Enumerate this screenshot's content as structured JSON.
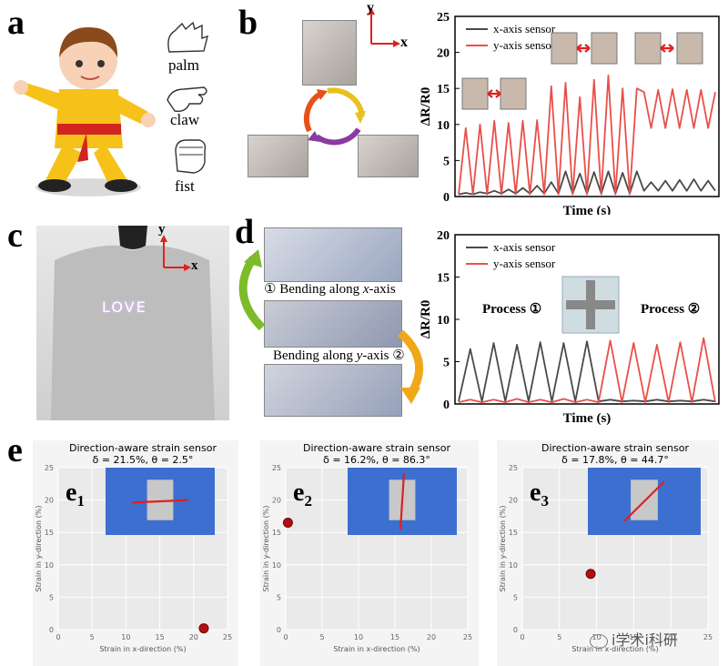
{
  "panels": {
    "a": {
      "label": "a",
      "gestures": [
        "palm",
        "claw",
        "fist"
      ]
    },
    "b": {
      "label": "b",
      "axis_x": "x",
      "axis_y": "y"
    },
    "c": {
      "label": "c",
      "axis_x": "x",
      "axis_y": "y",
      "shirt_text": "LOVE"
    },
    "d": {
      "label": "d",
      "step1_num": "①",
      "step1_text": "Bending along ",
      "step1_axis": "x",
      "step1_suffix": "-axis",
      "step2_text": "Bending along ",
      "step2_axis": "y",
      "step2_suffix": "-axis",
      "step2_num": "②",
      "process1": "Process ①",
      "process2": "Process ②"
    },
    "e": {
      "label": "e",
      "sub_labels": [
        "e",
        "e",
        "e"
      ],
      "sub_index": [
        "1",
        "2",
        "3"
      ]
    }
  },
  "chart_data": [
    {
      "id": "b",
      "type": "line",
      "xlabel": "Time (s)",
      "ylabel": "ΔR/R0",
      "ylim": [
        0,
        25
      ],
      "yticks": [
        "0",
        "5",
        "10",
        "15",
        "20",
        "25"
      ],
      "legend": "top-left",
      "series": [
        {
          "name": "x-axis sensor",
          "color": "#4a4a4a",
          "values": [
            0.3,
            0.5,
            0.3,
            0.6,
            0.4,
            0.8,
            0.4,
            1.0,
            0.4,
            1.2,
            0.4,
            1.5,
            0.4,
            2.0,
            0.4,
            3.5,
            0.4,
            3.2,
            0.4,
            3.4,
            0.4,
            3.5,
            0.4,
            3.3,
            0.4,
            3.5,
            0.8,
            2.0,
            0.8,
            2.2,
            0.8,
            2.3,
            0.8,
            2.4,
            0.8,
            2.2,
            0.8
          ]
        },
        {
          "name": "y-axis sensor",
          "color": "#e8504a",
          "values": [
            0.3,
            9.5,
            0.3,
            10.0,
            0.3,
            10.5,
            0.3,
            10.2,
            0.3,
            10.5,
            0.3,
            10.6,
            0.3,
            15.3,
            0.3,
            15.8,
            0.3,
            13.8,
            0.3,
            16.2,
            0.3,
            16.8,
            0.3,
            15.0,
            0.3,
            15.0,
            14.5,
            9.5,
            14.8,
            9.5,
            14.9,
            9.5,
            14.8,
            9.5,
            14.8,
            9.5,
            14.5
          ]
        }
      ]
    },
    {
      "id": "d",
      "type": "line",
      "xlabel": "Time (s)",
      "ylabel": "ΔR/R0",
      "ylim": [
        0,
        20
      ],
      "yticks": [
        "0",
        "5",
        "10",
        "15",
        "20"
      ],
      "legend": "top-left",
      "series": [
        {
          "name": "x-axis sensor",
          "color": "#4a4a4a",
          "values": [
            0.3,
            6.5,
            0.3,
            7.2,
            0.3,
            7.0,
            0.3,
            7.3,
            0.3,
            7.2,
            0.3,
            7.4,
            0.3,
            0.5,
            0.3,
            0.4,
            0.3,
            0.5,
            0.3,
            0.4,
            0.3,
            0.5,
            0.3
          ]
        },
        {
          "name": "y-axis sensor",
          "color": "#e8504a",
          "values": [
            0.2,
            0.5,
            0.2,
            0.5,
            0.2,
            0.6,
            0.2,
            0.5,
            0.2,
            0.6,
            0.2,
            0.5,
            0.2,
            7.5,
            0.2,
            7.2,
            0.2,
            7.0,
            0.2,
            7.3,
            0.2,
            7.8,
            0.2
          ]
        }
      ]
    },
    {
      "id": "e1",
      "type": "scatter",
      "title": "Direction-aware strain sensor",
      "subtitle": "δ = 21.5%, θ = 2.5°",
      "xlabel": "Strain in x-direction (%)",
      "ylabel": "Strain in y-direction (%)",
      "xlim": [
        0,
        25
      ],
      "ylim": [
        0,
        25
      ],
      "ticks": [
        "0",
        "5",
        "10",
        "15",
        "20",
        "25"
      ],
      "points": [
        {
          "x": 21.5,
          "y": 0.2
        }
      ]
    },
    {
      "id": "e2",
      "type": "scatter",
      "title": "Direction-aware strain sensor",
      "subtitle": "δ = 16.2%, θ = 86.3°",
      "xlabel": "Strain in x-direction (%)",
      "ylabel": "Strain in y-direction (%)",
      "xlim": [
        0,
        25
      ],
      "ylim": [
        0,
        25
      ],
      "ticks": [
        "0",
        "5",
        "10",
        "15",
        "20",
        "25"
      ],
      "points": [
        {
          "x": 0.3,
          "y": 16.5
        }
      ]
    },
    {
      "id": "e3",
      "type": "scatter",
      "title": "Direction-aware strain sensor",
      "subtitle": "δ = 17.8%, θ = 44.7°",
      "xlabel": "Strain in x-direction (%)",
      "ylabel": "Strain in y-direction (%)",
      "xlim": [
        0,
        25
      ],
      "ylim": [
        0,
        25
      ],
      "ticks": [
        "0",
        "5",
        "10",
        "15",
        "20",
        "25"
      ],
      "points": [
        {
          "x": 9.2,
          "y": 8.6
        }
      ]
    }
  ],
  "watermark": "i学术i科研"
}
